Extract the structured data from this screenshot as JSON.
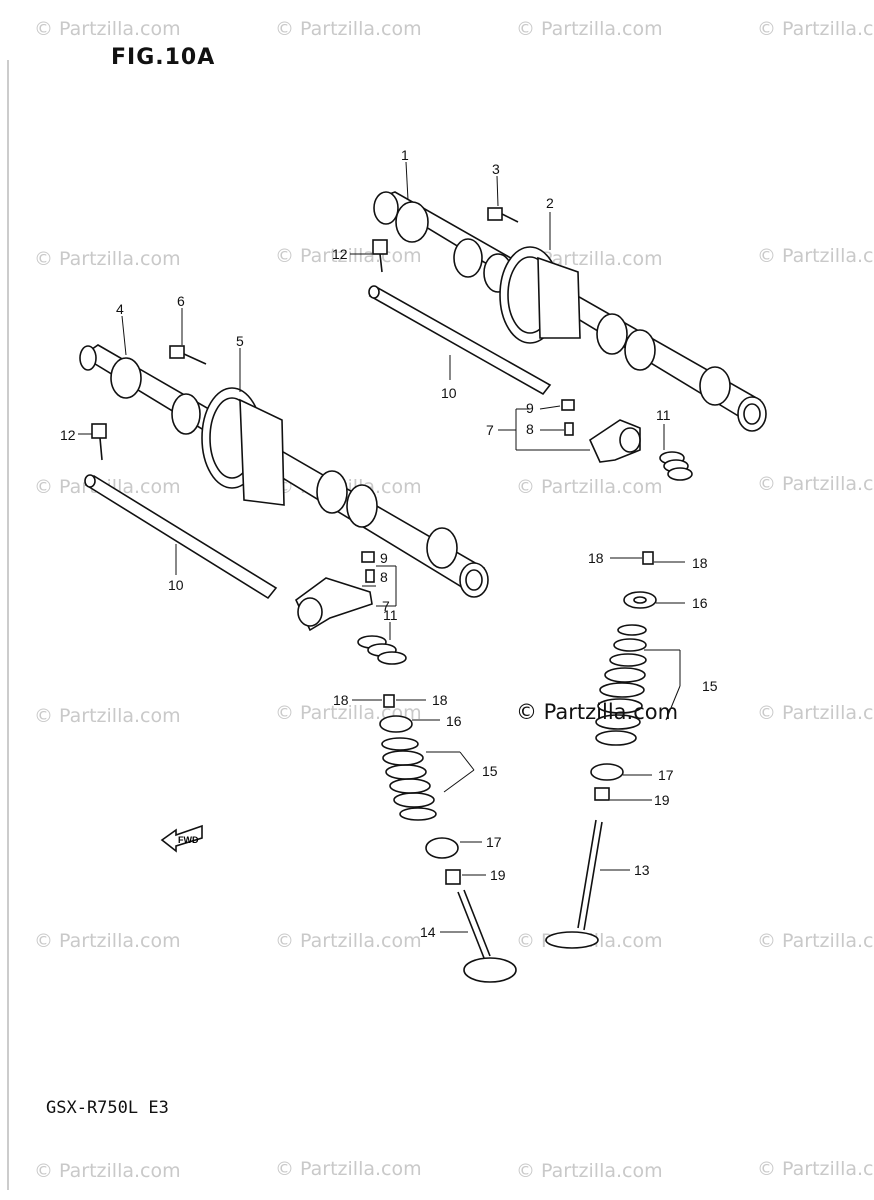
{
  "figure": {
    "title": "FIG.10A",
    "model": "GSX-R750L E3"
  },
  "copyright": "© Partzilla.com",
  "watermark_text": "© Partzilla.com",
  "watermark_color": "#c9c9c9",
  "callouts": {
    "c1": "1",
    "c2": "2",
    "c3": "3",
    "c4": "4",
    "c5": "5",
    "c6": "6",
    "c7a": "7",
    "c7b": "7",
    "c8a": "8",
    "c8b": "8",
    "c9a": "9",
    "c9b": "9",
    "c10a": "10",
    "c10b": "10",
    "c11a": "11",
    "c11b": "11",
    "c12a": "12",
    "c12b": "12",
    "c13": "13",
    "c14": "14",
    "c15a": "15",
    "c15b": "15",
    "c16a": "16",
    "c16b": "16",
    "c17a": "17",
    "c17b": "17",
    "c18a": "18",
    "c18b": "18",
    "c18c": "18",
    "c18d": "18",
    "c19a": "19",
    "c19b": "19"
  },
  "fwd_label": "FWD"
}
